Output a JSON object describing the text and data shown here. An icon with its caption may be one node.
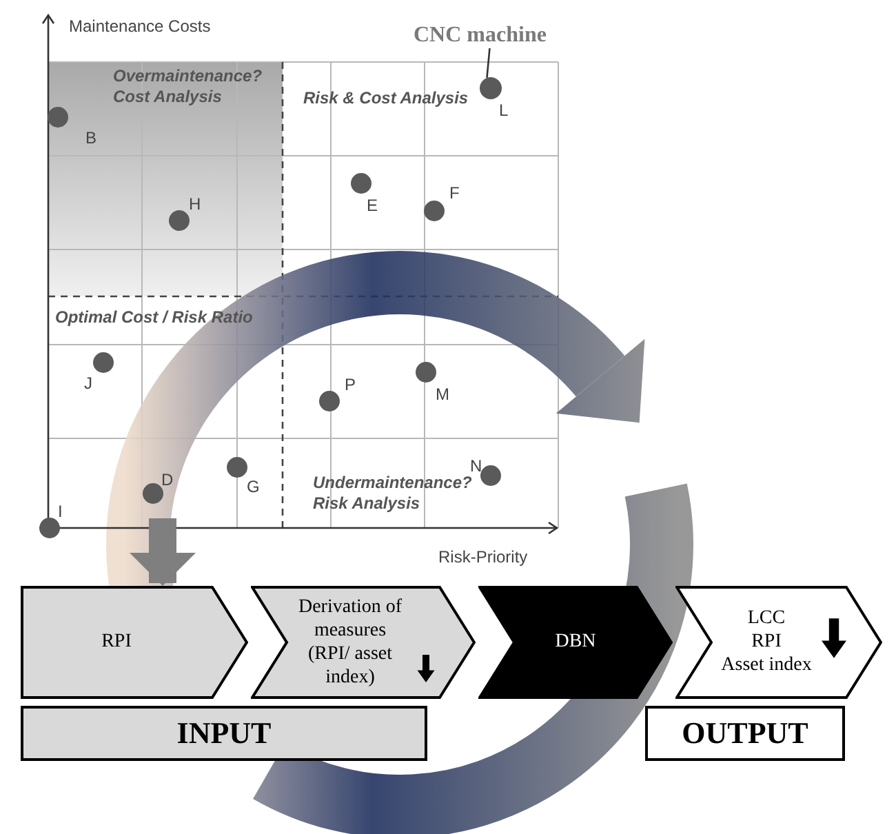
{
  "diagram": {
    "nodes": [
      {
        "text": [
          "CNC machine"
        ]
      },
      {
        "text": [],
        "shape": "circle"
      },
      {
        "text": [
          "RPI"
        ]
      },
      {
        "text": [
          "Derivation of measures (RPI/ asset index)"
        ]
      },
      {
        "text": [
          "DBN"
        ]
      },
      {
        "text": [
          "LCC",
          "RPI",
          "Asset index"
        ]
      },
      {
        "text": [
          "INPUT"
        ]
      },
      {
        "text": [
          "OUTPUT"
        ]
      }
    ],
    "edges": [
      {
        "from": 0,
        "to": 1,
        "arrow": "none"
      },
      {
        "from": null,
        "to": 2,
        "arrow": "to",
        "style": "thick",
        "color": "#7f7f7f"
      }
    ],
    "labels": [
      "Maintenance Costs",
      "Overmaintenance? Cost Analysis",
      "Risk & Cost Analysis",
      "B",
      "H",
      "E",
      "F",
      "L",
      "Optimal Cost / Risk Ratio",
      "J",
      "P",
      "M",
      "D",
      "G",
      "N",
      "I",
      "Undermaintenance? Risk Analysis",
      "Risk-Priority"
    ]
  }
}
